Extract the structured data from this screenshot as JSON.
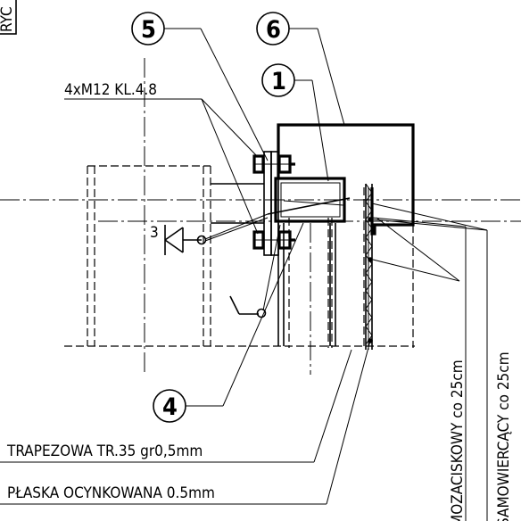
{
  "labels": {
    "corner": "RYC",
    "bolts": "4xM12 KL.4.8",
    "weld_size": "3",
    "sheet_trapezoidal": "TRAPEZOWA TR.35 gr0,5mm",
    "sheet_flat": "PŁASKA OCYNKOWANA 0.5mm",
    "fastener_1": "MOZACISKOWY co 25cm",
    "fastener_2": "SAMOWIERCĄCY co 25cm"
  },
  "callouts": {
    "c5": "5",
    "c6": "6",
    "c1": "1",
    "c4": "4"
  }
}
